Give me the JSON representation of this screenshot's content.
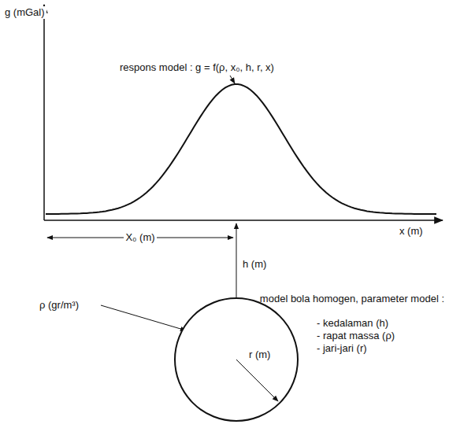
{
  "diagram": {
    "nodes": [
      {
        "text": [
          "r (m)"
        ]
      }
    ],
    "labels": [
      "g (mGal)",
      "respons model : g = f(ρ, x₀, h, r, x)",
      "x (m)",
      "X₀ (m)",
      "h (m)",
      "ρ (gr/m³)",
      "model bola homogen, parameter model :",
      "- kedalaman (h)",
      "- rapat massa (ρ)",
      "- jari-jari (r)"
    ]
  }
}
